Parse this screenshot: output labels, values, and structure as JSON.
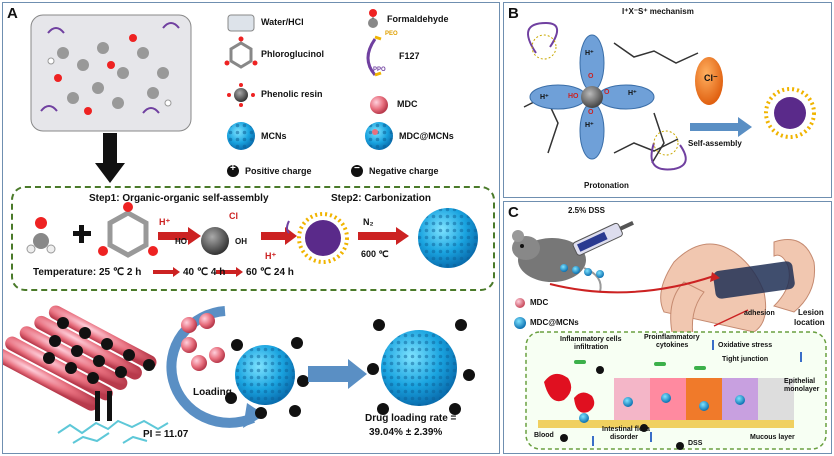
{
  "panels": {
    "a": "A",
    "b": "B",
    "c": "C"
  },
  "legend": {
    "water_hcl": "Water/HCl",
    "formaldehyde": "Formaldehyde",
    "phloroglucinol": "Phloroglucinol",
    "f127": "F127",
    "peo": "PEO",
    "ppo": "PPO",
    "phenolic_resin": "Phenolic resin",
    "mdc": "MDC",
    "mcns": "MCNs",
    "mdc_mcns": "MDC@MCNs",
    "positive": "Positive charge",
    "negative": "Negative charge",
    "plus": "+",
    "minus": "−"
  },
  "steps": {
    "step1": "Step1: Organic-organic self-assembly",
    "step2": "Step2: Carbonization",
    "h_plus": "H⁺",
    "cl": "Cl",
    "ho": "HO",
    "oh": "OH",
    "n2": "N₂",
    "temp_600": "600 ℃",
    "temperature": "Temperature: 25 ℃ 2 h",
    "t2": "40 ℃ 4 h",
    "t3": "60 ℃ 24 h"
  },
  "loading": {
    "label": "Loading",
    "pi": "PI = 11.07",
    "rate_line1": "Drug loading rate =",
    "rate_line2": "39.04% ± 2.39%"
  },
  "panel_b": {
    "mechanism": "I⁺X⁻S⁺ mechanism",
    "protonation": "Protonation",
    "self_assembly": "Self-assembly",
    "cl": "Cl⁻",
    "h": "H⁺",
    "ho": "HO",
    "o": "O"
  },
  "panel_c": {
    "dss": "2.5% DSS",
    "mdc": "MDC",
    "mdc_mcns": "MDC@MCNs",
    "adhesion": "adhesion",
    "lesion": "Lesion",
    "location": "location",
    "inflam1": "Inflammatory cells",
    "inflam2": "infiltration",
    "proinf1": "Proinflammatory",
    "proinf2": "cytokines",
    "oxidative": "Oxidative stress",
    "tight": "Tight junction",
    "epi1": "Epithelial",
    "epi2": "monolayer",
    "blood": "Blood",
    "flora1": "Intestinal flora",
    "flora2": "disorder",
    "dss_label": "DSS",
    "mucous": "Mucous layer"
  }
}
